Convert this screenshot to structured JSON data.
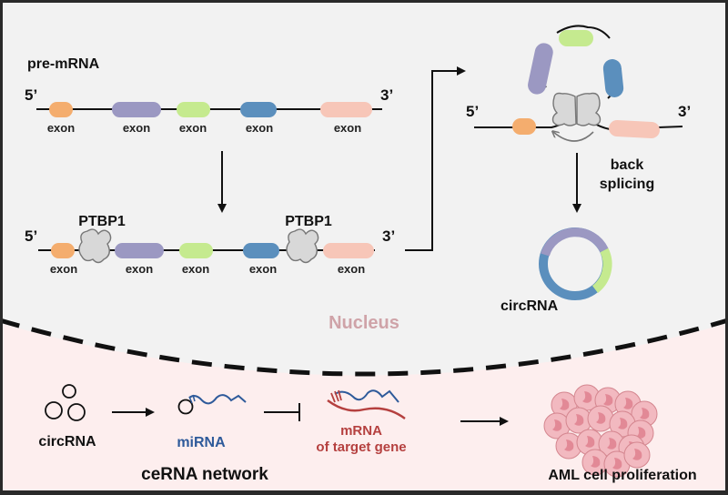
{
  "colors": {
    "nucleus_bg": "#f2f2f2",
    "cytoplasm_bg": "#fdeeee",
    "exon1": "#f4ad6e",
    "exon2": "#9b98c2",
    "exon3": "#c5ea8f",
    "exon4": "#5b8fbd",
    "exon5": "#f7c6b8",
    "ptbp1": "#d8d8d8",
    "nucleus_label": "#cfa3a8",
    "mirna": "#2e5a9a",
    "mrna": "#b5403f",
    "cell": "#f2b9c0"
  },
  "top": {
    "pre_mrna_title": "pre-mRNA",
    "five_prime": "5’",
    "three_prime": "3’",
    "exon_label": "exon",
    "ptbp1_label": "PTBP1",
    "back_splicing_line1": "back",
    "back_splicing_line2": "splicing",
    "circrna_label": "circRNA",
    "nucleus_label": "Nucleus"
  },
  "bottom": {
    "circrna_label": "circRNA",
    "mirna_label": "miRNA",
    "mrna_line1": "mRNA",
    "mrna_line2": "of target gene",
    "cerna_label": "ceRNA network",
    "aml_label": "AML cell proliferation"
  }
}
